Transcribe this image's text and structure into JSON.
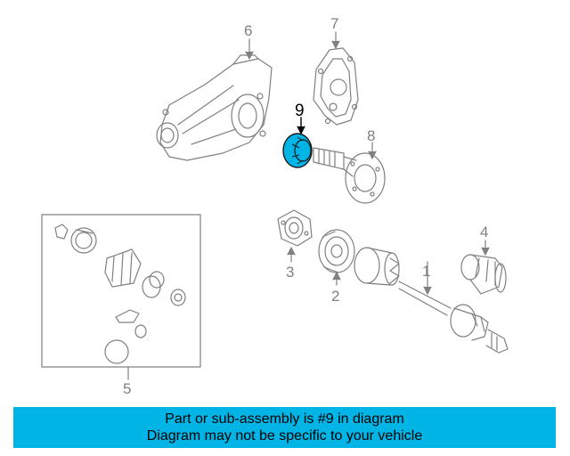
{
  "callouts": {
    "c1": "1",
    "c2": "2",
    "c3": "3",
    "c4": "4",
    "c5": "5",
    "c6": "6",
    "c7": "7",
    "c8": "8",
    "c9": "9"
  },
  "highlight_part": "9",
  "colors": {
    "highlight": "#00b5e6",
    "banner": "#00b5e6",
    "line": "#808080"
  },
  "banner": {
    "line1": "Part or sub-assembly is #9 in diagram",
    "line2": "Diagram may not be specific to your vehicle"
  }
}
